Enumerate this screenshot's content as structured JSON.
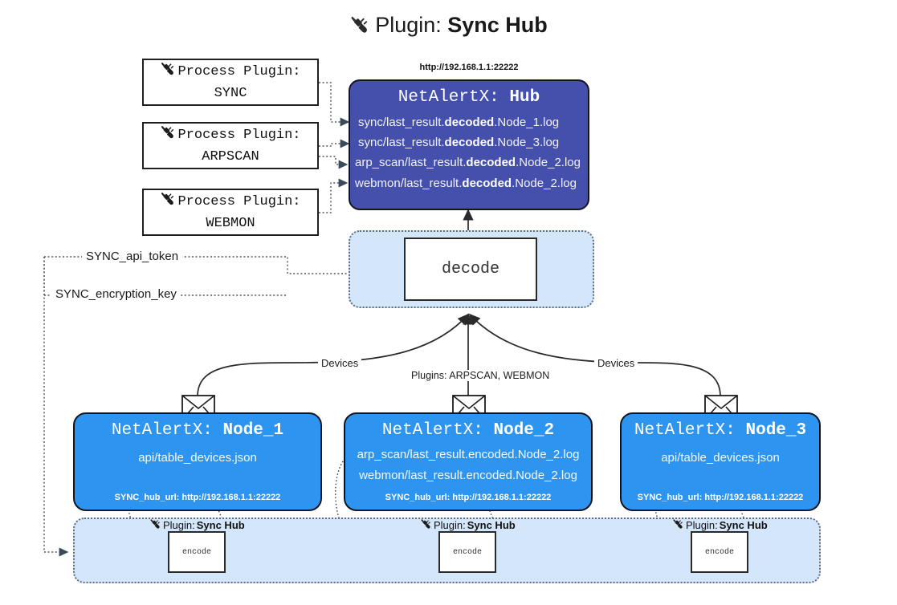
{
  "header": {
    "icon": "plug-icon",
    "prefix": "Plugin:",
    "name": "Sync Hub"
  },
  "process_plugins": [
    {
      "icon": "plug-icon",
      "line1": "Process Plugin:",
      "line2": "SYNC"
    },
    {
      "icon": "plug-icon",
      "line1": "Process Plugin:",
      "line2": "ARPSCAN"
    },
    {
      "icon": "plug-icon",
      "line1": "Process Plugin:",
      "line2": "WEBMON"
    }
  ],
  "hub": {
    "url": "http://192.168.1.1:22222",
    "title_prefix": "NetAlertX:",
    "title_name": "Hub",
    "rows": [
      {
        "pre": "sync/last_result.",
        "mid": "decoded",
        "post": ".Node_1.log"
      },
      {
        "pre": "sync/last_result.",
        "mid": "decoded",
        "post": ".Node_3.log"
      },
      {
        "pre": "arp_scan/last_result.",
        "mid": "decoded",
        "post": ".Node_2.log"
      },
      {
        "pre": "webmon/last_result.",
        "mid": "decoded",
        "post": ".Node_2.log"
      }
    ]
  },
  "decode": {
    "label": "decode"
  },
  "secrets": {
    "api_token": "SYNC_api_token",
    "encryption_key": "SYNC_encryption_key"
  },
  "edge_labels": {
    "devices_left": "Devices",
    "plugins_center": "Plugins: ARPSCAN, WEBMON",
    "devices_right": "Devices"
  },
  "nodes": [
    {
      "icon": "envelope-icon",
      "title_prefix": "NetAlertX:",
      "title_name": "Node_1",
      "lines": [
        "api/table_devices.json"
      ],
      "footer": "SYNC_hub_url: http://192.168.1.1:22222"
    },
    {
      "icon": "envelope-icon",
      "title_prefix": "NetAlertX:",
      "title_name": "Node_2",
      "lines": [
        "arp_scan/last_result.encoded.Node_2.log",
        "webmon/last_result.encoded.Node_2.log"
      ],
      "footer": "SYNC_hub_url: http://192.168.1.1:22222"
    },
    {
      "icon": "envelope-icon",
      "title_prefix": "NetAlertX:",
      "title_name": "Node_3",
      "lines": [
        "api/table_devices.json"
      ],
      "footer": "SYNC_hub_url: http://192.168.1.1:22222"
    }
  ],
  "encoders": [
    {
      "icon": "plug-icon",
      "plugin_prefix": "Plugin:",
      "plugin_name": "Sync Hub",
      "label": "encode"
    },
    {
      "icon": "plug-icon",
      "plugin_prefix": "Plugin:",
      "plugin_name": "Sync Hub",
      "label": "encode"
    },
    {
      "icon": "plug-icon",
      "plugin_prefix": "Plugin:",
      "plugin_name": "Sync Hub",
      "label": "encode"
    }
  ],
  "colors": {
    "hub": "#4550ad",
    "node": "#2d95f0",
    "container": "#d4e7fa",
    "stroke": "#2a2a2a"
  }
}
